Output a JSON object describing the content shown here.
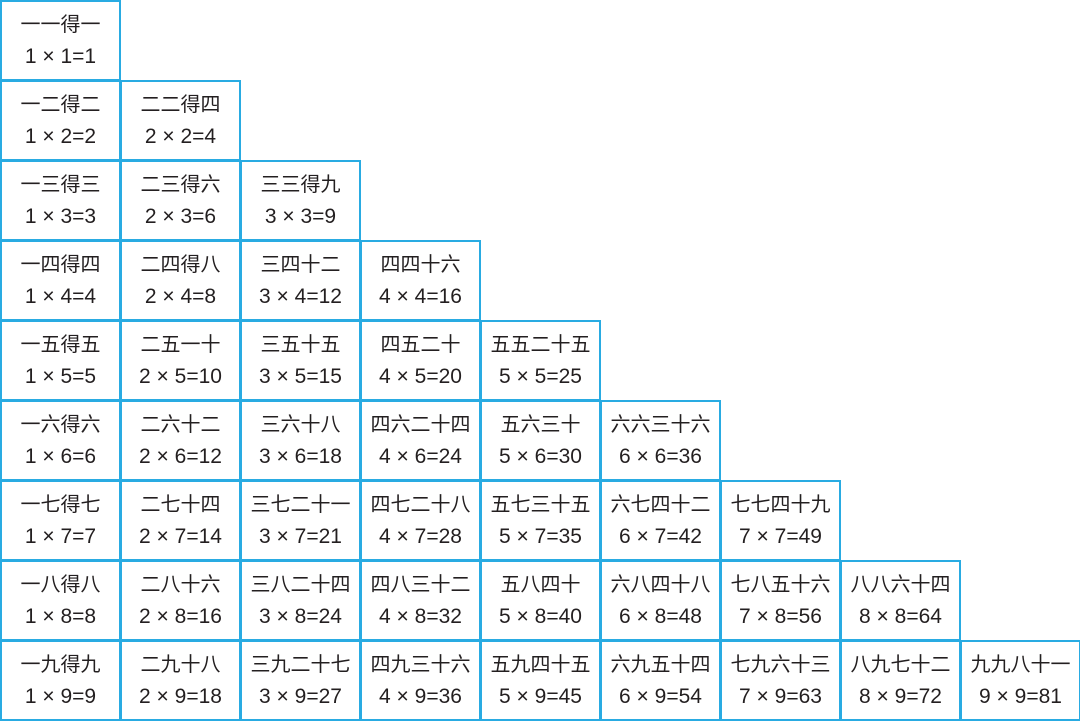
{
  "table": {
    "border_color": "#29abe2",
    "text_color": "#231f20",
    "rows": [
      [
        {
          "rhyme": "一一得一",
          "equation": "1 × 1=1"
        }
      ],
      [
        {
          "rhyme": "一二得二",
          "equation": "1 × 2=2"
        },
        {
          "rhyme": "二二得四",
          "equation": "2 × 2=4"
        }
      ],
      [
        {
          "rhyme": "一三得三",
          "equation": "1 × 3=3"
        },
        {
          "rhyme": "二三得六",
          "equation": "2 × 3=6"
        },
        {
          "rhyme": "三三得九",
          "equation": "3 × 3=9"
        }
      ],
      [
        {
          "rhyme": "一四得四",
          "equation": "1 × 4=4"
        },
        {
          "rhyme": "二四得八",
          "equation": "2 × 4=8"
        },
        {
          "rhyme": "三四十二",
          "equation": "3 × 4=12"
        },
        {
          "rhyme": "四四十六",
          "equation": "4 × 4=16"
        }
      ],
      [
        {
          "rhyme": "一五得五",
          "equation": "1 × 5=5"
        },
        {
          "rhyme": "二五一十",
          "equation": "2 × 5=10"
        },
        {
          "rhyme": "三五十五",
          "equation": "3 × 5=15"
        },
        {
          "rhyme": "四五二十",
          "equation": "4 × 5=20"
        },
        {
          "rhyme": "五五二十五",
          "equation": "5 × 5=25"
        }
      ],
      [
        {
          "rhyme": "一六得六",
          "equation": "1 × 6=6"
        },
        {
          "rhyme": "二六十二",
          "equation": "2 × 6=12"
        },
        {
          "rhyme": "三六十八",
          "equation": "3 × 6=18"
        },
        {
          "rhyme": "四六二十四",
          "equation": "4 × 6=24"
        },
        {
          "rhyme": "五六三十",
          "equation": "5 × 6=30"
        },
        {
          "rhyme": "六六三十六",
          "equation": "6 × 6=36"
        }
      ],
      [
        {
          "rhyme": "一七得七",
          "equation": "1 × 7=7"
        },
        {
          "rhyme": "二七十四",
          "equation": "2 × 7=14"
        },
        {
          "rhyme": "三七二十一",
          "equation": "3 × 7=21"
        },
        {
          "rhyme": "四七二十八",
          "equation": "4 × 7=28"
        },
        {
          "rhyme": "五七三十五",
          "equation": "5 × 7=35"
        },
        {
          "rhyme": "六七四十二",
          "equation": "6 × 7=42"
        },
        {
          "rhyme": "七七四十九",
          "equation": "7 × 7=49"
        }
      ],
      [
        {
          "rhyme": "一八得八",
          "equation": "1 × 8=8"
        },
        {
          "rhyme": "二八十六",
          "equation": "2 × 8=16"
        },
        {
          "rhyme": "三八二十四",
          "equation": "3 × 8=24"
        },
        {
          "rhyme": "四八三十二",
          "equation": "4 × 8=32"
        },
        {
          "rhyme": "五八四十",
          "equation": "5 × 8=40"
        },
        {
          "rhyme": "六八四十八",
          "equation": "6 × 8=48"
        },
        {
          "rhyme": "七八五十六",
          "equation": "7 × 8=56"
        },
        {
          "rhyme": "八八六十四",
          "equation": "8 × 8=64"
        }
      ],
      [
        {
          "rhyme": "一九得九",
          "equation": "1 × 9=9"
        },
        {
          "rhyme": "二九十八",
          "equation": "2 × 9=18"
        },
        {
          "rhyme": "三九二十七",
          "equation": "3 × 9=27"
        },
        {
          "rhyme": "四九三十六",
          "equation": "4 × 9=36"
        },
        {
          "rhyme": "五九四十五",
          "equation": "5 × 9=45"
        },
        {
          "rhyme": "六九五十四",
          "equation": "6 × 9=54"
        },
        {
          "rhyme": "七九六十三",
          "equation": "7 × 9=63"
        },
        {
          "rhyme": "八九七十二",
          "equation": "8 × 9=72"
        },
        {
          "rhyme": "九九八十一",
          "equation": "9 × 9=81"
        }
      ]
    ]
  }
}
